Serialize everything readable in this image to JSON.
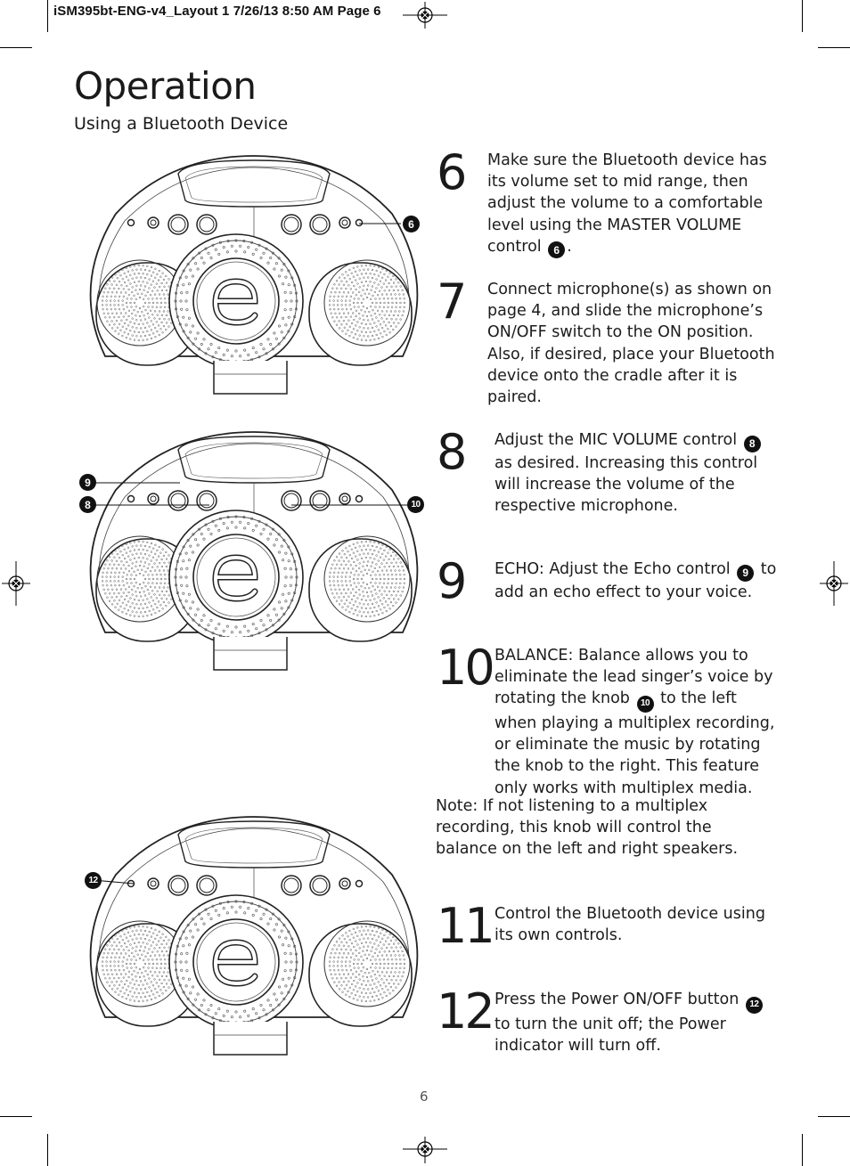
{
  "header": {
    "slug": "iSM395bt-ENG-v4_Layout 1  7/26/13  8:50 AM  Page 6"
  },
  "page": {
    "title": "Operation",
    "subtitle": "Using a Bluetooth Device",
    "page_number": "6"
  },
  "steps": [
    {
      "number": "6",
      "text": "Make sure the Bluetooth device has its volume set to mid range, then adjust the volume to a comfortable level using the MASTER VOLUME control",
      "badge": "6",
      "tail": "."
    },
    {
      "number": "7",
      "text": "Connect microphone(s) as shown on page 4, and slide the microphone’s ON/OFF switch to the ON position. Also, if desired, place your Bluetooth device onto the cradle after it is paired."
    },
    {
      "number": "8",
      "prefix": "Adjust the MIC VOLUME control",
      "badge": "8",
      "text": "as desired. Increasing this control will increase the volume of the respective microphone."
    },
    {
      "number": "9",
      "label": "ECHO:",
      "prefix": "Adjust the Echo control",
      "badge": "9",
      "text": "to add an echo effect to your voice."
    },
    {
      "number": "10",
      "label": "BALANCE:",
      "prefix": "Balance allows you to eliminate the lead singer’s voice by rotating the knob",
      "badge": "10",
      "text": "to the left when playing a multiplex recording, or eliminate the music by rotating the knob to the right. This feature only works with multiplex media."
    },
    {
      "number": "11",
      "text": "Control the Bluetooth device using its own controls."
    },
    {
      "number": "12",
      "prefix": "Press the Power ON/OFF button",
      "badge": "12",
      "text": "to turn the unit off; the Power indicator will turn off."
    }
  ],
  "note": {
    "label": "Note:",
    "text": "If not listening to a multiplex recording, this knob will control the balance on the left and right speakers."
  },
  "illustrations": [
    {
      "callouts": [
        "6"
      ]
    },
    {
      "callouts": [
        "9",
        "8",
        "10"
      ]
    },
    {
      "callouts": [
        "12"
      ]
    }
  ],
  "icons": [
    "registration-mark-icon",
    "karaoke-unit-illustration"
  ],
  "colors": {
    "ink": "#1c1c1c",
    "badge": "#111111"
  }
}
